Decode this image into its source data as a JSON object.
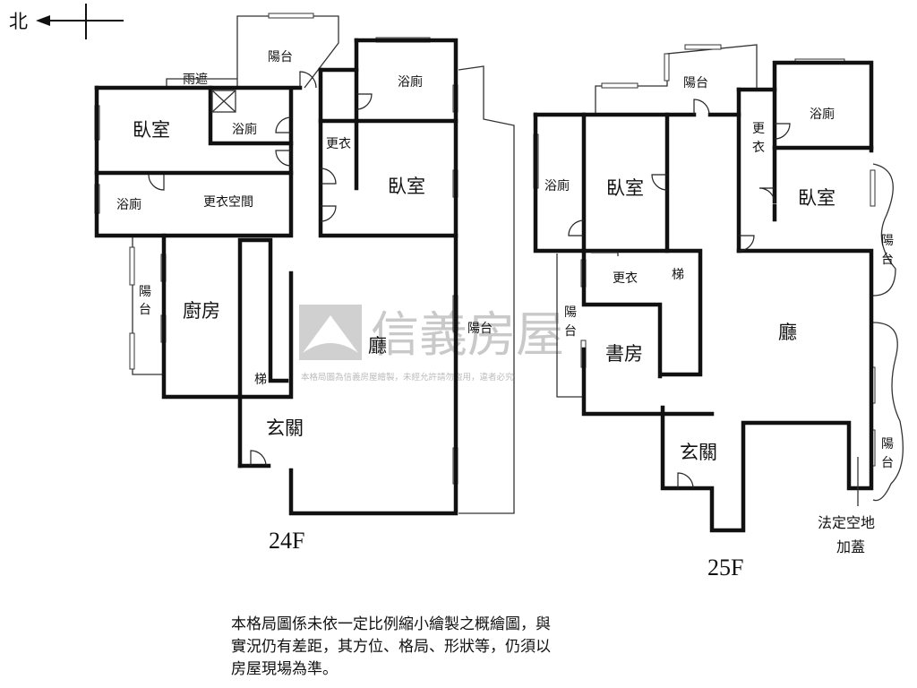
{
  "compass": {
    "north_label": "北"
  },
  "watermark": {
    "brand": "信義房屋",
    "notice": "本格局圖為信義房屋繪製，未經允許請勿盜用，違者必究"
  },
  "floor_24f": {
    "floor_label": "24F",
    "rooms": {
      "balcony_top": "陽台",
      "canopy": "雨遮",
      "bathroom_top": "浴廁",
      "bedroom_left": "臥室",
      "bathroom_small": "浴廁",
      "walkin_small": "更衣",
      "bedroom_right": "臥室",
      "bathroom_left": "浴廁",
      "walkin_closet_space": "更衣空間",
      "balcony_left": "陽台",
      "kitchen": "廚房",
      "living_room": "廳",
      "balcony_right": "陽台",
      "stairs": "梯",
      "entrance": "玄關"
    }
  },
  "floor_25f": {
    "floor_label": "25F",
    "rooms": {
      "balcony_top": "陽台",
      "bathroom_right": "浴廁",
      "walkin_top": "更衣",
      "bathroom_left": "浴廁",
      "bedroom_middle": "臥室",
      "bedroom_right": "臥室",
      "balcony_right_upper": "陽台",
      "walkin_closet": "更衣",
      "stairs": "梯",
      "balcony_left": "陽台",
      "study": "書房",
      "living_room": "廳",
      "entrance": "玄關",
      "balcony_right_lower": "陽台",
      "legal_open_space_line1": "法定空地",
      "legal_open_space_line2": "加蓋"
    }
  },
  "disclaimer": {
    "line1": "本格局圖係未依一定比例縮小繪製之概繪圖，與",
    "line2": "實況仍有差距，其方位、格局、形狀等，仍須以",
    "line3": "房屋現場為準。"
  }
}
